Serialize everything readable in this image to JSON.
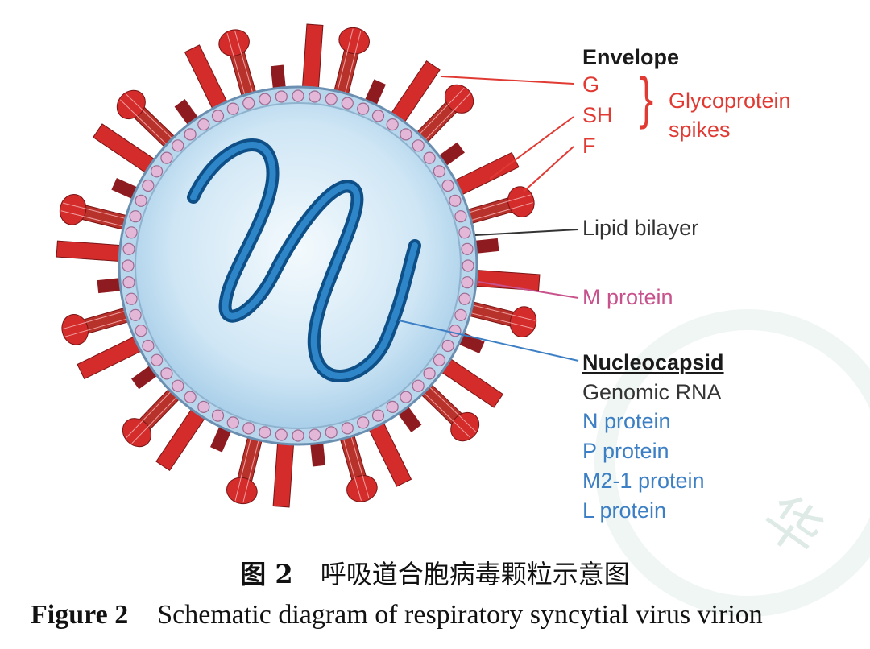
{
  "figure": {
    "caption_cn_label": "图 2",
    "caption_cn_text": "呼吸道合胞病毒颗粒示意图",
    "caption_en_label": "Figure 2",
    "caption_en_text": "Schematic diagram of respiratory syncytial virus virion"
  },
  "labels": {
    "envelope": "Envelope",
    "g": "G",
    "sh": "SH",
    "f": "F",
    "glycoprotein_line1": "Glycoprotein",
    "glycoprotein_line2": "spikes",
    "lipid_bilayer": "Lipid bilayer",
    "m_protein": "M protein",
    "nucleocapsid": "Nucleocapsid",
    "genomic_rna": "Genomic RNA",
    "n_protein": "N protein",
    "p_protein": "P protein",
    "m2_1_protein": "M2-1 protein",
    "l_protein": "L protein"
  },
  "watermark_char": "华",
  "colors": {
    "spike_red": "#d42b2b",
    "spike_dark": "#8e1b1f",
    "envelope_red": "#e03a33",
    "lipid_dark": "#333333",
    "m_protein_pink": "#c8528c",
    "m_protein_bead": "#e3b7d7",
    "rna_blue": "#1f6fb0",
    "interior_light_blue": "#cfe6f5",
    "label_blue": "#3c7fc4"
  }
}
